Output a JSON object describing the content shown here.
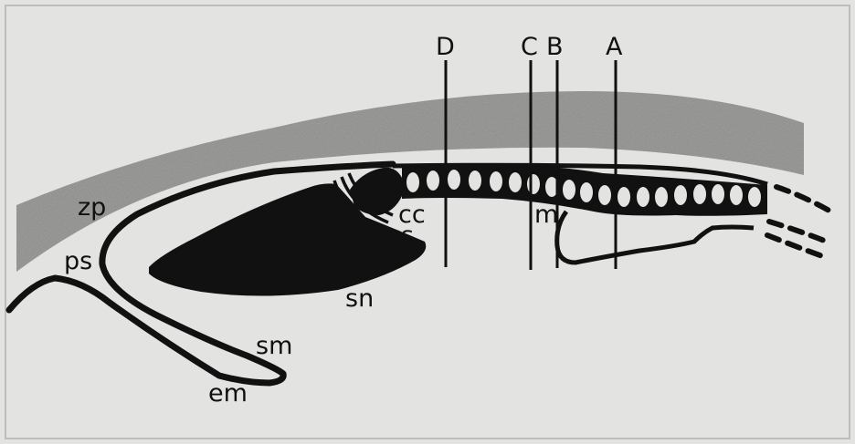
{
  "labels": {
    "zp": "zp",
    "ps": "ps",
    "sm": "sm",
    "em": "em",
    "sn": "sn",
    "cc": "cc",
    "scs": "scs",
    "m": "m"
  },
  "section_lines": {
    "A": "A",
    "B": "B",
    "C": "C",
    "D": "D"
  },
  "colors": {
    "background": "#e3e3e1",
    "zona_band": "#8f8f8e",
    "ink": "#111111"
  }
}
